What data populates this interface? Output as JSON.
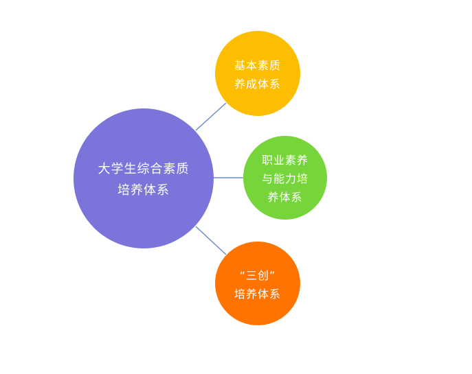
{
  "diagram": {
    "type": "radial-mind-map",
    "center": {
      "lines": [
        "大学生综合素质",
        "培养体系"
      ],
      "color": "#7b74db"
    },
    "branches": [
      {
        "lines": [
          "基本素质",
          "养成体系"
        ],
        "color": "#fdbd00"
      },
      {
        "lines": [
          "职业素养",
          "与能力培",
          "养体系"
        ],
        "color": "#76d53a"
      },
      {
        "lines": [
          "“三创”",
          "培养体系"
        ],
        "color": "#ff7300"
      }
    ],
    "connector_color": "#6f8ac7",
    "background": "#ffffff"
  }
}
